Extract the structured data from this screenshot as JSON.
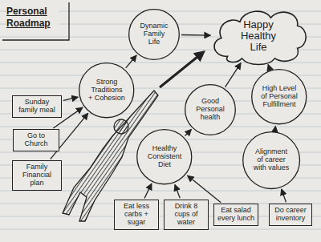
{
  "diagram": {
    "title": "Personal Roadmap",
    "nodes": [
      {
        "text": [
          "Dynamic Family Life"
        ]
      },
      {
        "text": [
          "Happy Healthy Life"
        ]
      },
      {
        "text": [
          "Strong Traditions + Cohesion"
        ]
      },
      {
        "text": [
          "High Level of Personal Fulfillment"
        ]
      },
      {
        "text": [
          "Good Personal health"
        ]
      },
      {
        "text": [
          "Sunday family meal"
        ]
      },
      {
        "text": [
          "Go to Church"
        ]
      },
      {
        "text": [
          "Healthy Consistent Diet"
        ]
      },
      {
        "text": [
          "Alignment of career with values"
        ]
      },
      {
        "text": [
          "Family Financial plan"
        ]
      },
      {
        "text": [
          "Eat less carbs + sugar"
        ]
      },
      {
        "text": [
          "Drink 8 cups of water"
        ]
      },
      {
        "text": [
          "Eat salad every lunch"
        ]
      },
      {
        "text": [
          "Do career inventory"
        ]
      }
    ],
    "edges": [
      {
        "from": 5,
        "to": 2,
        "arrow": "to"
      },
      {
        "from": 6,
        "to": 2,
        "arrow": "to"
      },
      {
        "from": 9,
        "to": 2,
        "arrow": "to"
      },
      {
        "from": 2,
        "to": 0,
        "arrow": "to"
      },
      {
        "from": 0,
        "to": 1,
        "arrow": "to"
      },
      {
        "from": 10,
        "to": 7,
        "arrow": "to"
      },
      {
        "from": 11,
        "to": 7,
        "arrow": "to"
      },
      {
        "from": 12,
        "to": 7,
        "arrow": "to"
      },
      {
        "from": 7,
        "to": 4,
        "arrow": "to"
      },
      {
        "from": 4,
        "to": 1,
        "arrow": "to"
      },
      {
        "from": 13,
        "to": 8,
        "arrow": "to"
      },
      {
        "from": 8,
        "to": 3,
        "arrow": "to"
      },
      {
        "from": 3,
        "to": 1,
        "arrow": "to"
      }
    ]
  }
}
